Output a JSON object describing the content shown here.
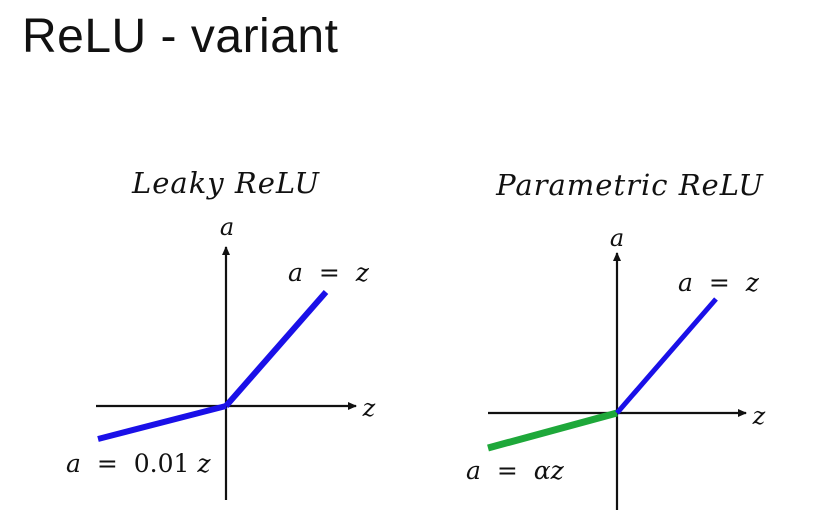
{
  "slide": {
    "title": "ReLU - variant"
  },
  "colors": {
    "positive_segment": "#1a10e8",
    "leaky_negative_segment": "#1a10e8",
    "parametric_negative_segment": "#1ea83a",
    "axis": "#111111"
  },
  "leaky": {
    "title": "Leaky ReLU",
    "y_axis_label": "a",
    "x_axis_label": "z",
    "positive_label_lhs": "a",
    "positive_label_eq": "=",
    "positive_label_rhs": "z",
    "negative_label_lhs": "a",
    "negative_label_eq": "=",
    "negative_label_coef": "0.01",
    "negative_label_var": "z"
  },
  "parametric": {
    "title": "Parametric ReLU",
    "y_axis_label": "a",
    "x_axis_label": "z",
    "positive_label_lhs": "a",
    "positive_label_eq": "=",
    "positive_label_rhs": "z",
    "negative_label_lhs": "a",
    "negative_label_eq": "=",
    "negative_label_rhs": "αz"
  }
}
